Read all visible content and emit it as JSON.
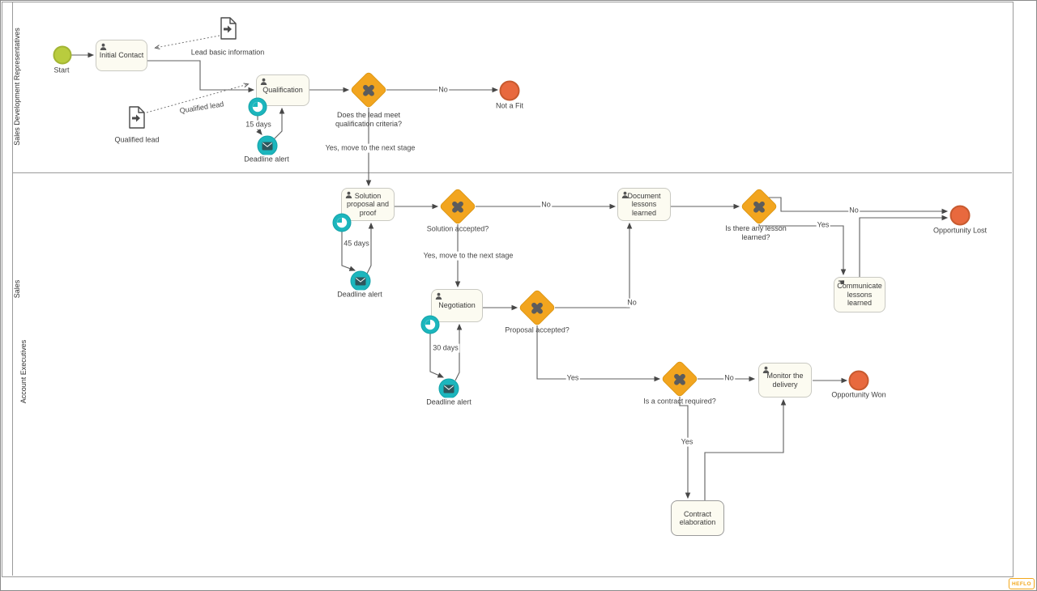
{
  "pool": {
    "label": "Sales"
  },
  "lanes": [
    {
      "label": "Sales Development Representatives"
    },
    {
      "label": "Account Executives"
    }
  ],
  "events": {
    "start": "Start",
    "not_a_fit": "Not a Fit",
    "opportunity_lost": "Opportunity Lost",
    "opportunity_won": "Opportunity Won"
  },
  "tasks": {
    "initial_contact": "Initial Contact",
    "qualification": "Qualification",
    "solution_proposal": "Solution proposal and proof",
    "negotiation": "Negotiation",
    "document_lessons": "Document lessons learned",
    "communicate_lessons": "Communicate lessons learned",
    "monitor_delivery": "Monitor the delivery",
    "contract_elaboration": "Contract elaboration"
  },
  "gateways": {
    "qualification_criteria": "Does the lead meet qualification criteria?",
    "solution_accepted": "Solution accepted?",
    "proposal_accepted": "Proposal accepted?",
    "lesson_learned": "Is there any lesson learned?",
    "contract_required": "Is a contract required?"
  },
  "boundary_events": {
    "qualification_timer": "15 days",
    "solution_timer": "45 days",
    "negotiation_timer": "30 days",
    "deadline_alert_1": "Deadline alert",
    "deadline_alert_2": "Deadline alert",
    "deadline_alert_3": "Deadline alert"
  },
  "data_objects": {
    "lead_basic_information": "Lead basic information",
    "qualified_lead": "Qualified lead",
    "qualified_lead_flow": "Qualified lead"
  },
  "flow_labels": {
    "qualification_no": "No",
    "qualification_yes": "Yes, move to the next stage",
    "solution_no": "No",
    "solution_yes": "Yes, move to the next stage",
    "proposal_no": "No",
    "proposal_yes": "Yes",
    "lesson_no": "No",
    "lesson_yes": "Yes",
    "contract_no": "No",
    "contract_yes": "Yes"
  },
  "colors": {
    "start": "#b9cc3e",
    "end": "#e8693e",
    "gateway": "#f2a51f",
    "gateway_marker": "#5c5c5c",
    "teal": "#1cb6bd",
    "task_fill": "#fcfbf1",
    "line": "#5f5f5f"
  },
  "logo": {
    "text": "HEFLO"
  }
}
